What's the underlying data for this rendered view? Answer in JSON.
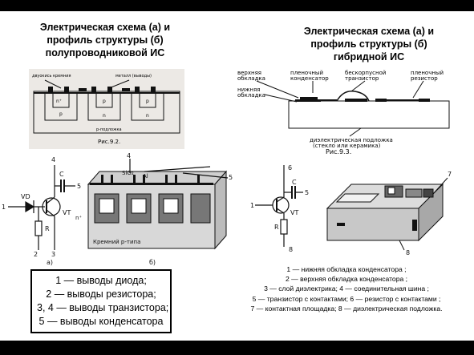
{
  "left_title": [
    "Электрическая схема (а) и",
    "профиль структуры (б)",
    "полупроводниковой ИС"
  ],
  "right_title": [
    "Электрическая схема (а)  и",
    "профиль структуры (б)",
    "гибридной ИС"
  ],
  "fig92": {
    "caption": "Рис.9.2.",
    "labels": {
      "isolation": "двуокись кремния",
      "metal": "металл (выводы)",
      "substrate": "p-подложка",
      "n_plus": "n⁺",
      "p": "p",
      "n": "n"
    }
  },
  "fig93": {
    "caption": "Рис.9.3.",
    "labels": {
      "top_plate": [
        "верхняя",
        "обкладка"
      ],
      "film_capacitor": [
        "пленочный",
        "конденсатор"
      ],
      "chip_transistor": [
        "бескорпусной",
        "транзистор"
      ],
      "film_resistor": [
        "пленочный",
        "резистор"
      ],
      "bottom_plate": [
        "нижняя",
        "обкладка"
      ],
      "substrate": [
        "диэлектрическая подложка",
        "(стекло или керамика)"
      ]
    }
  },
  "circuit_left": {
    "node_labels": [
      "1",
      "2",
      "3",
      "4",
      "5",
      "4",
      "5"
    ],
    "VD": "VD",
    "VT": "VT",
    "R": "R",
    "C": "C",
    "part_a": "а)",
    "part_b": "б)",
    "sio2": "SiO₂",
    "al": "Al",
    "n_plus": "n⁺",
    "p_type": "Кремний p-типа"
  },
  "circuit_right": {
    "node_labels": [
      "1",
      "5",
      "6",
      "7",
      "8"
    ],
    "VT": "VT",
    "R": "R",
    "C": "C"
  },
  "left_legend": [
    "1 — выводы диода;",
    "2 — выводы резистора;",
    "3, 4 — выводы транзистора;",
    "5 — выводы конденсатора"
  ],
  "right_legend": [
    "1 — нижняя обкладка  конденсатора ;",
    "2 — верхняя обкладка  конденсатора ;",
    "3 — слой диэлектрика;     4 — соединительная шина ;",
    "5 — транзистор с контактами;    6 — резистор с контактами ;",
    "7 — контактная площадка;  8 — диэлектрическая подложка."
  ]
}
